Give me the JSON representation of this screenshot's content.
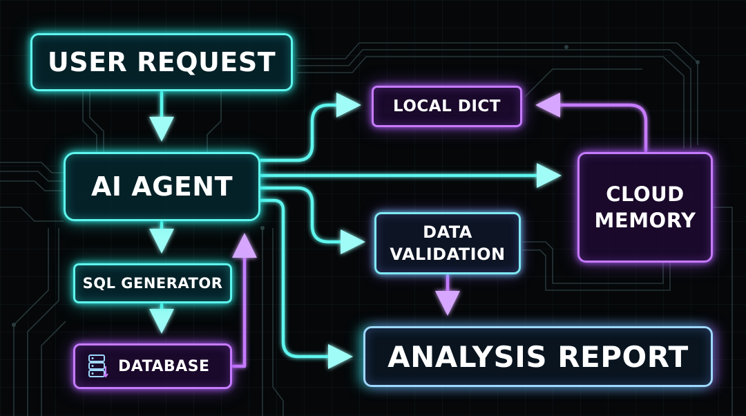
{
  "diagram": {
    "nodes": {
      "user_request": "USER REQUEST",
      "ai_agent": "AI AGENT",
      "sql_generator": "SQL GENERATOR",
      "database": "DATABASE",
      "local_dict": "LOCAL DICT",
      "cloud_memory_line1": "CLOUD",
      "cloud_memory_line2": "MEMORY",
      "data_validation_line1": "DATA",
      "data_validation_line2": "VALIDATION",
      "analysis_report": "ANALYSIS REPORT"
    },
    "icons": {
      "database": "database-icon"
    },
    "edges": [
      {
        "from": "USER REQUEST",
        "to": "AI AGENT"
      },
      {
        "from": "AI AGENT",
        "to": "SQL GENERATOR"
      },
      {
        "from": "SQL GENERATOR",
        "to": "DATABASE"
      },
      {
        "from": "DATABASE",
        "to": "AI AGENT"
      },
      {
        "from": "AI AGENT",
        "to": "LOCAL DICT"
      },
      {
        "from": "AI AGENT",
        "to": "CLOUD MEMORY"
      },
      {
        "from": "CLOUD MEMORY",
        "to": "LOCAL DICT"
      },
      {
        "from": "AI AGENT",
        "to": "DATA VALIDATION"
      },
      {
        "from": "DATA VALIDATION",
        "to": "ANALYSIS REPORT"
      },
      {
        "from": "AI AGENT",
        "to": "ANALYSIS REPORT"
      }
    ],
    "colors": {
      "cyan": "#5ff6ee",
      "purple": "#c77bff",
      "background": "#050709"
    }
  }
}
